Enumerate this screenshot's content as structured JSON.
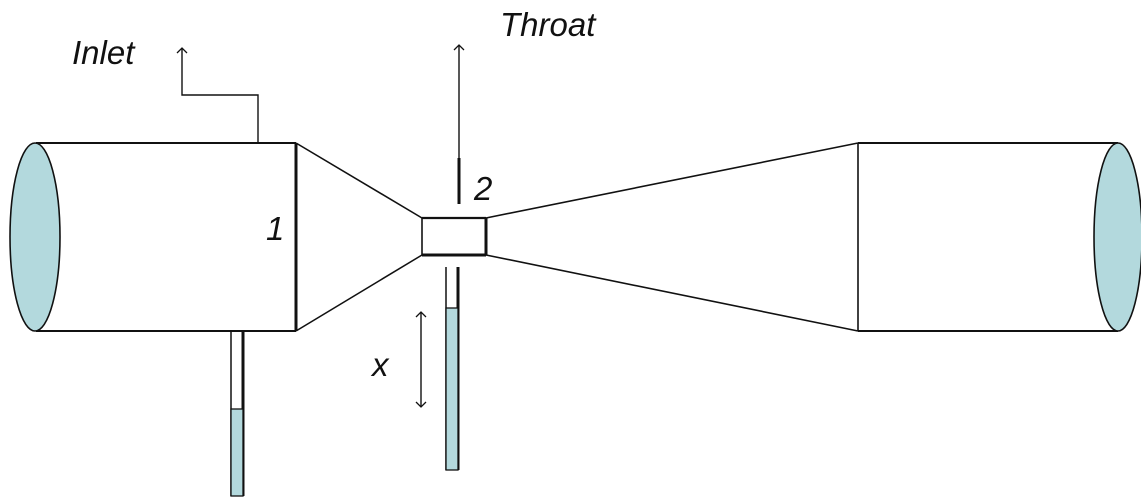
{
  "labels": {
    "inlet": "Inlet",
    "throat": "Throat",
    "section_1": "1",
    "section_2": "2",
    "height_difference": "x"
  },
  "colors": {
    "fluid": "#b3d9dd",
    "stroke": "#111111",
    "background": "#ffffff"
  },
  "icons": {
    "inlet_arrow": "arrow-up-icon",
    "throat_arrow": "arrow-up-icon",
    "height_arrow": "double-arrow-vertical-icon"
  }
}
